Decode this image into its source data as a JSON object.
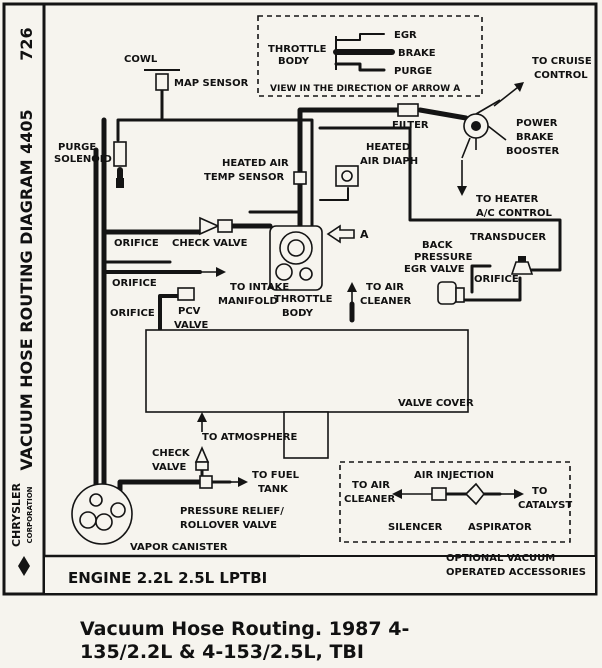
{
  "side_title": "VACUUM HOSE ROUTING DIAGRAM 4405",
  "page_number": "726",
  "brand": {
    "line1": "CHRYSLER",
    "line2": "CORPORATION"
  },
  "engine_label": "ENGINE 2.2L 2.5L LPTBI",
  "caption": {
    "line1": "Vacuum Hose Routing. 1987 4-",
    "line2": "135/2.2L & 4-153/2.5L, TBI"
  },
  "inset": {
    "throttle_body_line1": "THROTTLE",
    "throttle_body_line2": "BODY",
    "egr": "EGR",
    "brake": "BRAKE",
    "purge": "PURGE",
    "note": "VIEW IN THE DIRECTION OF ARROW A"
  },
  "labels": {
    "cowl": "COWL",
    "map_sensor": "MAP SENSOR",
    "purge_solenoid_line1": "PURGE",
    "purge_solenoid_line2": "SOLENOID",
    "filter": "FILTER",
    "to_cruise_line1": "TO CRUISE",
    "to_cruise_line2": "CONTROL",
    "power_brake_line1": "POWER",
    "power_brake_line2": "BRAKE",
    "power_brake_line3": "BOOSTER",
    "heated_air_temp_line1": "HEATED AIR",
    "heated_air_temp_line2": "TEMP SENSOR",
    "heated_air_diaph_line1": "HEATED",
    "heated_air_diaph_line2": "AIR DIAPH",
    "to_heater_line1": "TO HEATER",
    "to_heater_line2": "A/C CONTROL",
    "orifice_1": "ORIFICE",
    "check_valve": "CHECK VALVE",
    "arrow_a": "A",
    "back_pressure_line1": "BACK",
    "back_pressure_line2": "PRESSURE",
    "back_pressure_line3": "EGR VALVE",
    "transducer": "TRANSDUCER",
    "orifice_2": "ORIFICE",
    "to_intake_line1": "TO INTAKE",
    "to_intake_line2": "MANIFOLD",
    "orifice_3": "ORIFICE",
    "pcv_line1": "PCV",
    "pcv_line2": "VALVE",
    "throttle_body_line1": "THROTTLE",
    "throttle_body_line2": "BODY",
    "to_air_cleaner_line1": "TO AIR",
    "to_air_cleaner_line2": "CLEANER",
    "orifice_4": "ORIFICE",
    "valve_cover": "VALVE COVER",
    "to_atmosphere": "TO ATMOSPHERE",
    "check_valve_2_line1": "CHECK",
    "check_valve_2_line2": "VALVE",
    "to_fuel_tank_line1": "TO FUEL",
    "to_fuel_tank_line2": "TANK",
    "pressure_relief_line1": "PRESSURE RELIEF/",
    "pressure_relief_line2": "ROLLOVER VALVE",
    "vapor_canister": "VAPOR CANISTER"
  },
  "air_injection": {
    "title": "AIR INJECTION",
    "to_air_cleaner_line1": "TO AIR",
    "to_air_cleaner_line2": "CLEANER",
    "to_catalyst_line1": "TO",
    "to_catalyst_line2": "CATALYST",
    "silencer": "SILENCER",
    "aspirator": "ASPIRATOR"
  },
  "legend": {
    "line1": "OPTIONAL VACUUM",
    "line2": "OPERATED ACCESSORIES"
  }
}
